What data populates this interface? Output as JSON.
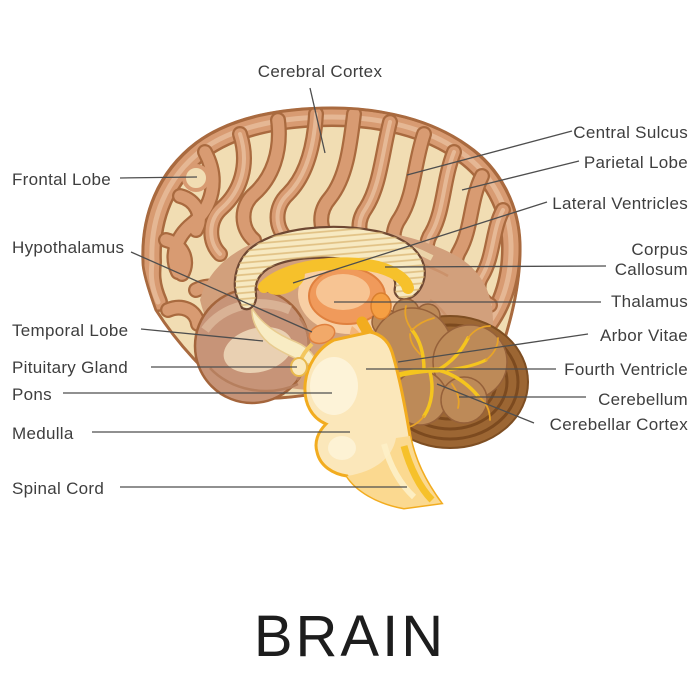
{
  "title": {
    "text": "BRAIN"
  },
  "diagram": {
    "labels": {
      "top": [
        {
          "text": "Cerebral Cortex"
        }
      ],
      "left": [
        {
          "text": "Frontal Lobe"
        },
        {
          "text": "Hypothalamus"
        },
        {
          "text": "Temporal Lobe"
        },
        {
          "text": "Pituitary Gland"
        },
        {
          "text": "Pons"
        },
        {
          "text": "Medulla"
        },
        {
          "text": "Spinal Cord"
        }
      ],
      "right": [
        {
          "text": "Central Sulcus"
        },
        {
          "text": "Parietal Lobe"
        },
        {
          "text": "Lateral Ventricles"
        },
        {
          "text": "Corpus\nCallosum"
        },
        {
          "text": "Thalamus"
        },
        {
          "text": "Arbor Vitae"
        },
        {
          "text": "Fourth Ventricle"
        },
        {
          "text": "Cerebellum"
        },
        {
          "text": "Cerebellar Cortex"
        }
      ]
    }
  },
  "colors": {
    "background": "#ffffff",
    "label-text": "#3e3e3e",
    "leader-line": "#4e4e4e",
    "title-text": "#1d1d1d",
    "cortex-salmon": "#d89b72",
    "cortex-salmon-light": "#e9be9c",
    "cortex-cream": "#f1ddb3",
    "cortex-outline": "#a96a3f",
    "inner-smooth": "#d2a07c",
    "temporal-brown": "#c79478",
    "callosum-cream": "#f7e9c1",
    "callosum-outline": "#6e4732",
    "ventricle-gold": "#f6c12b",
    "thalamus-orange": "#f09a5b",
    "thalamus-peach": "#f8cfa4",
    "stem-cream": "#fbe7ba",
    "stem-gold": "#f2ac1f",
    "cord-fill": "#fbd990",
    "cerebellum-inner": "#bd8a58",
    "cerebellum-outer": "#9c6633",
    "cerebellum-stripe": "#7c4a1f",
    "arbor-yellow": "#f5c51e"
  }
}
